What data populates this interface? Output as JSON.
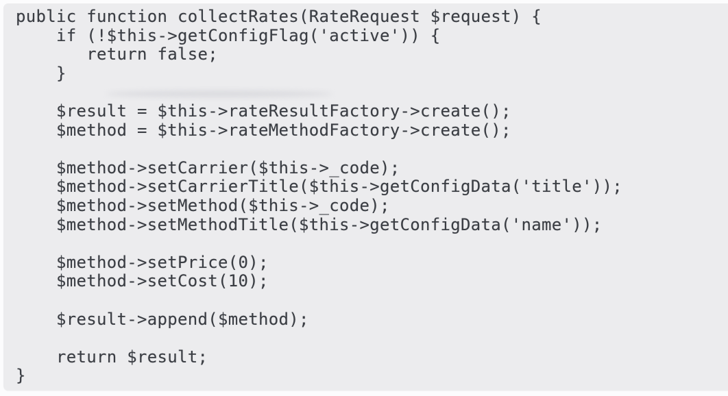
{
  "page": {
    "background_color": "#fcfcfd"
  },
  "code_block": {
    "background_color": "#ececee",
    "text_color": "#3a3d43",
    "lines": [
      "public function collectRates(RateRequest $request) {",
      "    if (!$this->getConfigFlag('active')) {",
      "       return false;",
      "    }",
      "",
      "    $result = $this->rateResultFactory->create();",
      "    $method = $this->rateMethodFactory->create();",
      "",
      "    $method->setCarrier($this->_code);",
      "    $method->setCarrierTitle($this->getConfigData('title'));",
      "    $method->setMethod($this->_code);",
      "    $method->setMethodTitle($this->getConfigData('name'));",
      "",
      "    $method->setPrice(0);",
      "    $method->setCost(10);",
      "",
      "    $result->append($method);",
      "",
      "    return $result;",
      "}"
    ]
  }
}
